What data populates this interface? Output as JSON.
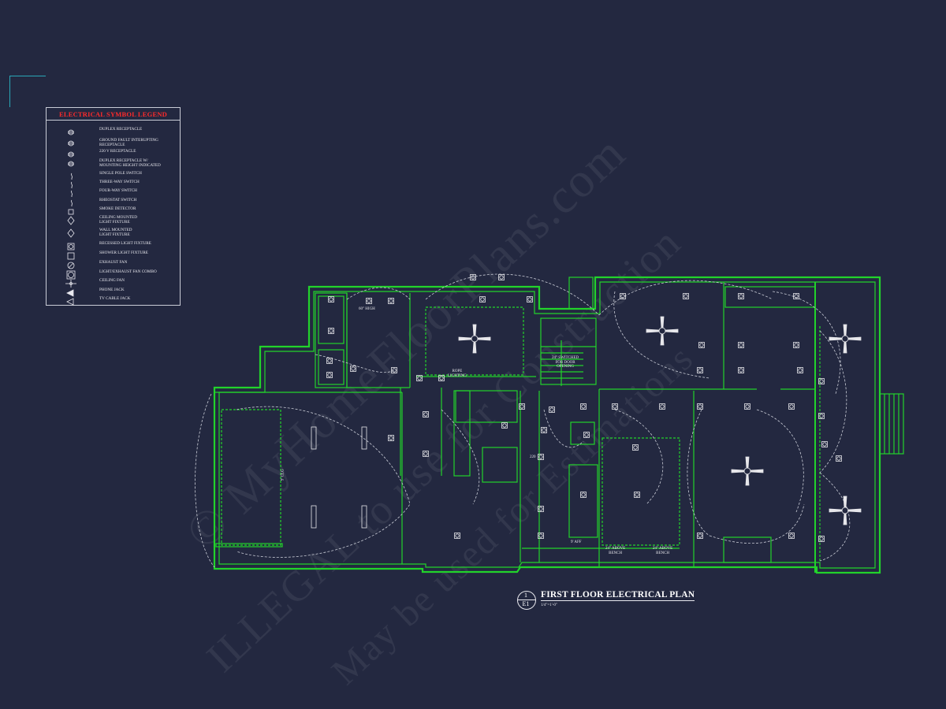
{
  "legend": {
    "title": "ELECTRICAL SYMBOL LEGEND",
    "items": [
      {
        "label": "DUPLEX RECEPTACLE",
        "icon": "duplex-receptacle-icon"
      },
      {
        "label": "GROUND FAULT INTERUPTING\nRECEPTACLE",
        "icon": "gfi-receptacle-icon"
      },
      {
        "label": "220 V RECEPTACLE",
        "icon": "receptacle-220v-icon"
      },
      {
        "label": "DUPLEX RECEPTACLE W/\nMOUNTING HEIGHT INDICATED",
        "icon": "duplex-receptacle-height-icon"
      },
      {
        "label": "SINGLE POLE SWITCH",
        "icon": "single-pole-switch-icon"
      },
      {
        "label": "THREE-WAY SWITCH",
        "icon": "three-way-switch-icon"
      },
      {
        "label": "FOUR-WAY SWITCH",
        "icon": "four-way-switch-icon"
      },
      {
        "label": "RHEOSTAT SWITCH",
        "icon": "rheostat-switch-icon"
      },
      {
        "label": "SMOKE DETECTOR",
        "icon": "smoke-detector-icon"
      },
      {
        "label": "CEILING MOUNTED\nLIGHT FIXTURE",
        "icon": "ceiling-light-icon"
      },
      {
        "label": "WALL MOUNTED\nLIGHT FIXTURE",
        "icon": "wall-light-icon"
      },
      {
        "label": "RECESSED LIGHT FIXTURE",
        "icon": "recessed-light-icon"
      },
      {
        "label": "SHOWER LIGHT FIXTURE",
        "icon": "shower-light-icon"
      },
      {
        "label": "EXHAUST FAN",
        "icon": "exhaust-fan-icon"
      },
      {
        "label": "LIGHT/EXHAUST FAN COMBO",
        "icon": "light-exhaust-combo-icon"
      },
      {
        "label": "CEILING FAN",
        "icon": "ceiling-fan-icon"
      },
      {
        "label": "PHONE JACK",
        "icon": "phone-jack-icon"
      },
      {
        "label": "TV CABLE JACK",
        "icon": "tv-cable-jack-icon"
      }
    ]
  },
  "plan": {
    "title": "FIRST FLOOR ELECTRICAL PLAN",
    "detail_number": "1",
    "sheet": "E1",
    "scale": "1/4\"=1'-0\"",
    "notes": {
      "high_60": "60\" HIGH",
      "rope_lighting": "ROPE\nLIGHTING",
      "switched_door": "24\" SWITCHED\nFOR DOOR\nOPENING",
      "above_bench_1": "24\" ABOVE\nBENCH",
      "above_bench_2": "24\" ABOVE\nBENCH",
      "aff": "9' AFF",
      "clg": "9' CLG",
      "v220": "220"
    }
  },
  "watermark": {
    "line1": "© MyHomeFloorPlans.com",
    "line2": "ILLEGAL to use for Construction",
    "line3": "May be used for Estimations"
  },
  "colors": {
    "background": "#232840",
    "plan": "#22d32b",
    "legend_title": "#ff2a2a",
    "accent": "#2aa7b7"
  }
}
